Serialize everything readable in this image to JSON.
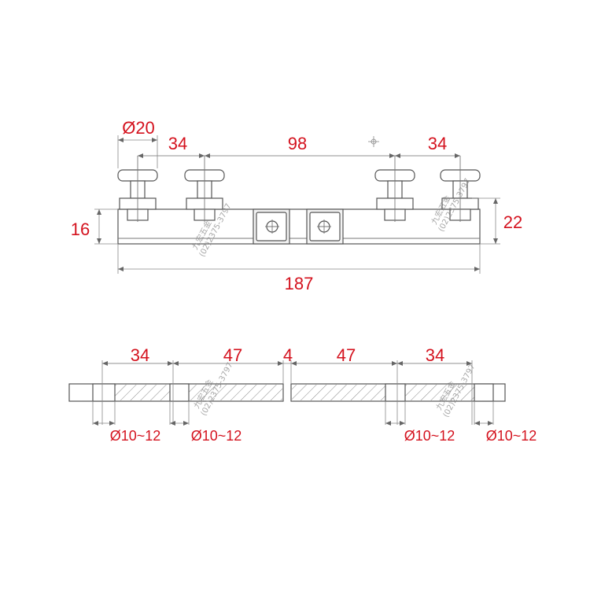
{
  "top_view": {
    "dim_diameter": "Ø20",
    "dim_left_spacing": "34",
    "dim_center_spacing": "98",
    "dim_right_spacing": "34",
    "dim_left_height": "16",
    "dim_right_height": "22",
    "dim_overall_length": "187"
  },
  "section_view": {
    "dim_left_outer": "34",
    "dim_left_inner": "47",
    "dim_gap": "4",
    "dim_right_inner": "47",
    "dim_right_outer": "34",
    "hole_1": "Ø10~12",
    "hole_2": "Ø10~12",
    "hole_3": "Ø10~12",
    "hole_4": "Ø10~12"
  },
  "watermark": {
    "brand": "九宏五金",
    "phone": "(02)2375-3797"
  },
  "colors": {
    "dimension_text": "#d4121e",
    "outline": "#555555"
  }
}
